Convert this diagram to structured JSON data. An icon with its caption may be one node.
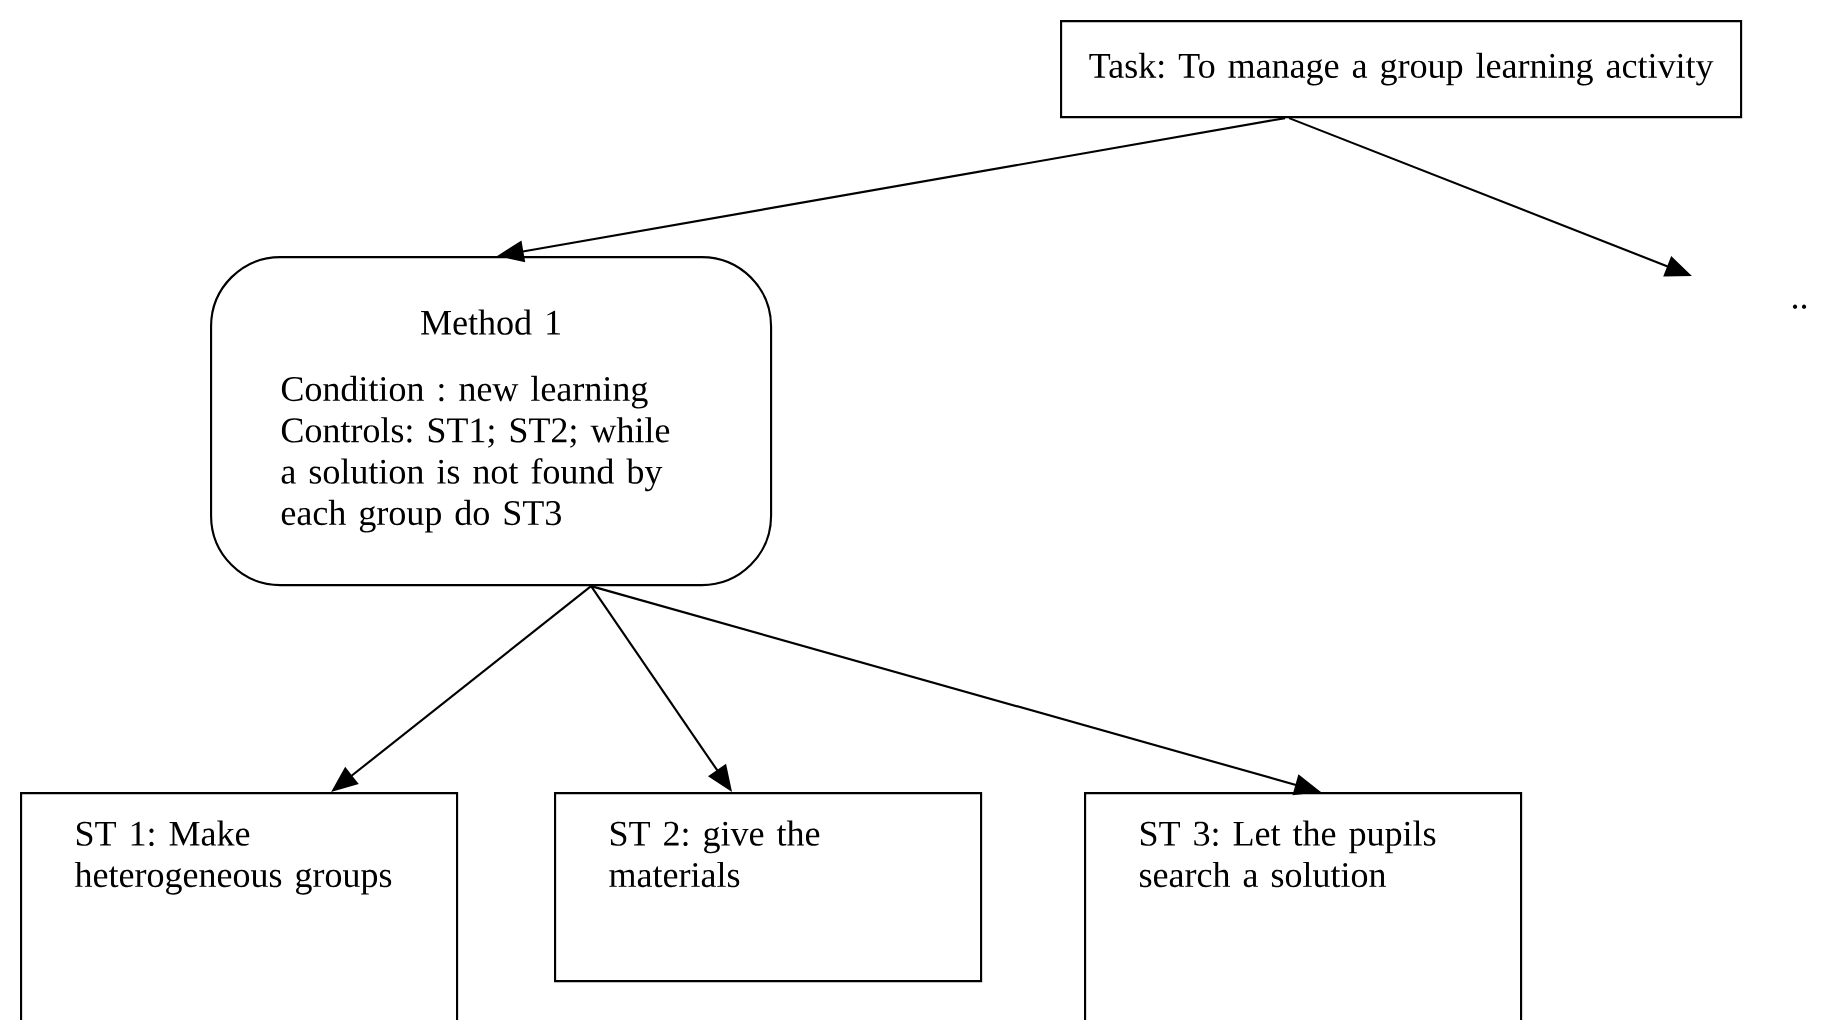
{
  "diagram": {
    "nodes": [
      {
        "text": [
          "Task: To manage a group learning activity"
        ]
      },
      {
        "text": [
          "Method 1",
          "Condition : new learning Controls: ST1; ST2; while a solution is not found by each group do ST3"
        ]
      },
      {
        "text": [
          "ST 1: Make heterogeneous groups"
        ]
      },
      {
        "text": [
          "ST 2: give the materials"
        ]
      },
      {
        "text": [
          "ST 3: Let the pupils search a solution"
        ]
      },
      {
        "text": [
          ".."
        ]
      }
    ],
    "edges": [
      {
        "from": 0,
        "to": 1,
        "arrow": "to"
      },
      {
        "from": 0,
        "to": 5,
        "arrow": "to"
      },
      {
        "from": 1,
        "to": 2,
        "arrow": "to"
      },
      {
        "from": 1,
        "to": 3,
        "arrow": "to"
      },
      {
        "from": 1,
        "to": 4,
        "arrow": "to"
      }
    ]
  }
}
